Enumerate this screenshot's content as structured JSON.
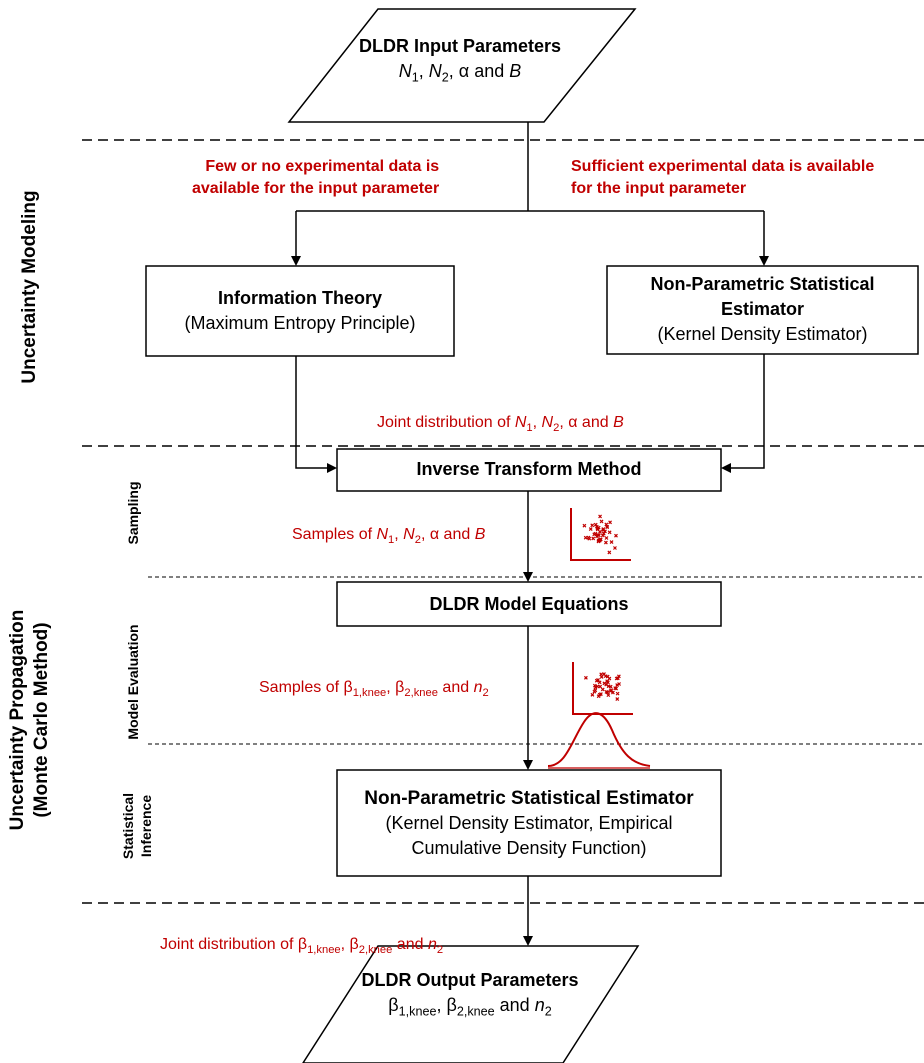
{
  "nodes": {
    "input": {
      "title": "DLDR Input Parameters",
      "p1": "N",
      "s1": "1",
      "sep1": ", ",
      "p2": "N",
      "s2": "2",
      "sep2": ", ",
      "alpha": "α",
      "and": " and ",
      "b": "B"
    },
    "info_theory": {
      "title": "Information Theory",
      "subtitle": "(Maximum Entropy Principle)"
    },
    "nonparam_top": {
      "title_line1": "Non-Parametric Statistical",
      "title_line2": "Estimator",
      "subtitle": "(Kernel Density Estimator)"
    },
    "inverse_transform": {
      "title": "Inverse Transform Method"
    },
    "model_equations": {
      "title": "DLDR Model Equations"
    },
    "nonparam_bottom": {
      "title": "Non-Parametric Statistical Estimator",
      "subtitle_line1": "(Kernel Density Estimator, Empirical",
      "subtitle_line2": "Cumulative Density Function)"
    },
    "output": {
      "title": "DLDR Output Parameters",
      "b1": "β",
      "b1sub": "1,knee",
      "sep": ", ",
      "b2": "β",
      "b2sub": "2,knee",
      "and": " and ",
      "n": "n",
      "nsub": "2"
    }
  },
  "annotations": {
    "few_data_line1": "Few or no experimental data is",
    "few_data_line2": "available for the input parameter",
    "sufficient_data_line1": "Sufficient experimental data is available",
    "sufficient_data_line2": "for the input parameter",
    "joint_input": {
      "prefix": "Joint distribution of ",
      "p1": "N",
      "s1": "1",
      "sep1": ", ",
      "p2": "N",
      "s2": "2",
      "sep2": ", α and ",
      "b": "B"
    },
    "samples_input": {
      "prefix": "Samples of ",
      "p1": "N",
      "s1": "1",
      "sep1": ", ",
      "p2": "N",
      "s2": "2",
      "sep2": ", α and ",
      "b": "B"
    },
    "samples_output": {
      "prefix": "Samples of ",
      "b1": "β",
      "b1sub": "1,knee",
      "sep": ", ",
      "b2": "β",
      "b2sub": "2,knee",
      "and": " and ",
      "n": "n",
      "nsub": "2"
    },
    "joint_output": {
      "prefix": "Joint distribution of ",
      "b1": "β",
      "b1sub": "1,knee",
      "sep": ", ",
      "b2": "β",
      "b2sub": "2,knee",
      "and": " and ",
      "n": "n",
      "nsub": "2"
    }
  },
  "side_labels": {
    "uncertainty_modeling": "Uncertainty Modeling",
    "uncertainty_propagation_line1": "Uncertainty Propagation",
    "uncertainty_propagation_line2": "(Monte Carlo Method)",
    "sampling": "Sampling",
    "model_evaluation": "Model Evaluation",
    "statistical_inference_line1": "Statistical",
    "statistical_inference_line2": "Inference"
  },
  "icons": [
    "scatter-plot-icon",
    "scatter-plot-icon",
    "distribution-curve-icon"
  ],
  "colors": {
    "accent_red": "#c00000",
    "line": "#000000"
  }
}
